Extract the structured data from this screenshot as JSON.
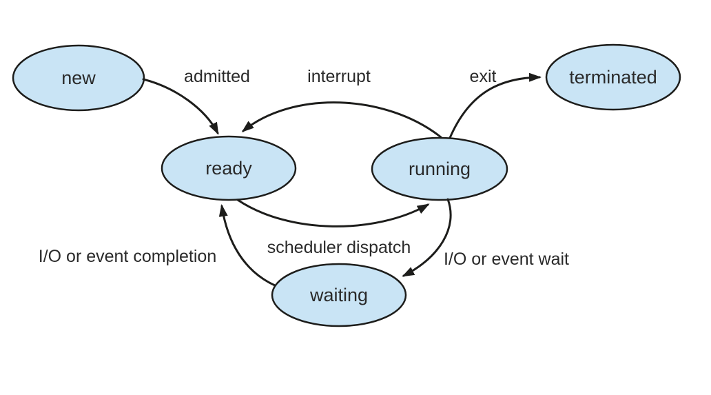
{
  "colors": {
    "background": "#ffffff",
    "state_fill": "#c9e4f5",
    "line": "#1d1d1b",
    "text": "#2a2a2a"
  },
  "states": {
    "new": {
      "label": "new"
    },
    "ready": {
      "label": "ready"
    },
    "running": {
      "label": "running"
    },
    "waiting": {
      "label": "waiting"
    },
    "terminated": {
      "label": "terminated"
    }
  },
  "transitions": {
    "admitted": {
      "label": "admitted"
    },
    "interrupt": {
      "label": "interrupt"
    },
    "exit": {
      "label": "exit"
    },
    "scheduler_dispatch": {
      "label": "scheduler dispatch"
    },
    "io_wait": {
      "label": "I/O or event wait"
    },
    "io_completion": {
      "label": "I/O or event completion"
    }
  }
}
